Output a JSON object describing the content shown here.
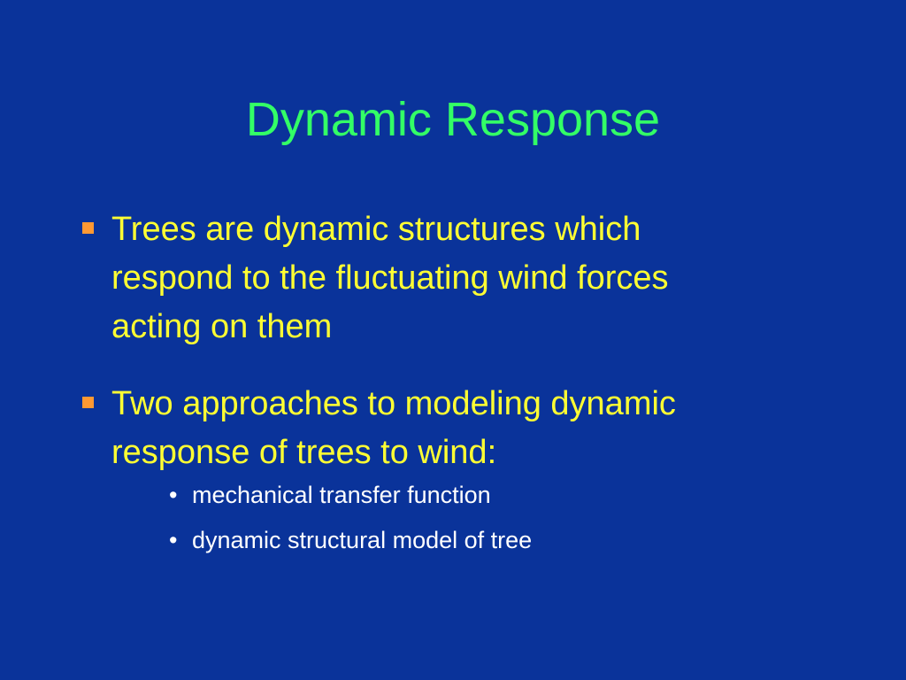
{
  "slide": {
    "title": "Dynamic Response",
    "bullets": [
      {
        "text": "Trees are dynamic structures which respond to the fluctuating wind forces acting on them",
        "lines": [
          "Trees are dynamic structures which",
          "respond to the fluctuating wind forces",
          "acting on them"
        ]
      },
      {
        "text": "Two approaches to modeling dynamic response of trees to wind:",
        "lines": [
          "Two approaches to modeling dynamic",
          "response of trees to wind:"
        ],
        "subbullets": [
          "mechanical transfer function",
          "dynamic structural model of tree"
        ]
      }
    ]
  },
  "icons": {
    "bullet_marker": "orange-square-icon",
    "subbullet_marker": "dot-icon"
  },
  "colors": {
    "background": "#0a339a",
    "title": "#33ff66",
    "bullet_text": "#ffff33",
    "bullet_marker": "#ff9933",
    "subbullet_text": "#ffffff"
  }
}
